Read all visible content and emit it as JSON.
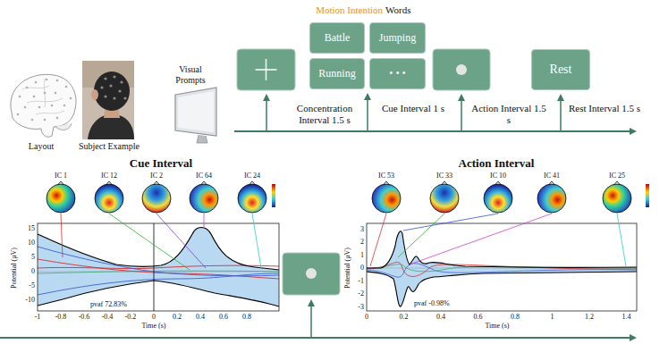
{
  "diagram": {
    "nodes": [
      {
        "text": [
          "Battle"
        ]
      },
      {
        "text": [
          "Jumping"
        ]
      },
      {
        "text": [
          "Running"
        ]
      },
      {
        "text": [
          "• • •"
        ]
      },
      {
        "text": [
          "Rest"
        ]
      }
    ],
    "labels": [
      "Layout",
      "Subject Example",
      "Visual Prompts",
      "Motion Intention",
      "Words",
      "Concentration Interval 1.5 s",
      "Cue Interval 1 s",
      "Action Interval 1.5 s",
      "Rest Interval 1.5 s",
      "Cue Interval",
      "Action Interval",
      "IC 1",
      "IC 12",
      "IC 2",
      "IC 64",
      "IC 24",
      "IC 53",
      "IC 33",
      "IC 10",
      "IC 41",
      "IC 25",
      "Potential (μV)",
      "Time (s)",
      "pvaf 72.83%",
      "15",
      "10",
      "5",
      "0",
      "-5",
      "-10",
      "-1",
      "-0.8",
      "-0.6",
      "-0.4",
      "-0.2",
      "0",
      "0.2",
      "0.4",
      "0.6",
      "0.8",
      "Potential (μV)",
      "Time (s)",
      "pvaf -0.98%",
      "3",
      "2",
      "1",
      "0",
      "-1",
      "-2",
      "-3",
      "0",
      "0.2",
      "0.4",
      "0.6",
      "0.8",
      "1",
      "1.2",
      "1.4"
    ]
  }
}
